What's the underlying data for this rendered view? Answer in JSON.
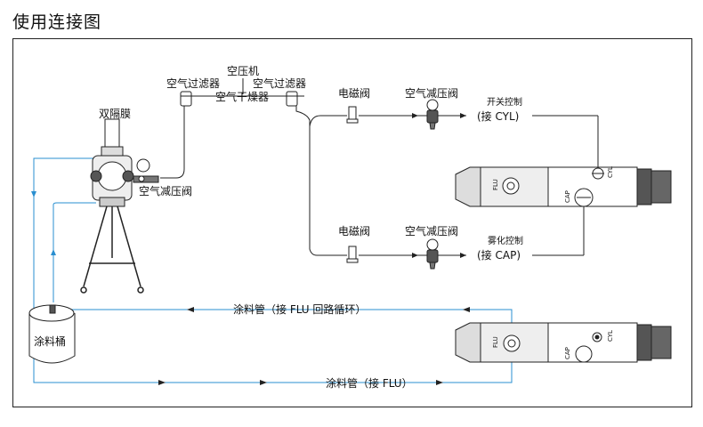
{
  "title": "使用连接图",
  "labels": {
    "compressor": "空压机",
    "air_filter_left": "空气过滤器",
    "air_filter_right": "空气过滤器",
    "air_dryer": "空气干燥器",
    "diaphragm": "双隔膜",
    "pump_regulator": "空气减压阀",
    "solenoid_top": "电磁阀",
    "regulator_top": "空气减压阀",
    "switch_control": "开关控制",
    "connect_cyl": "(接 CYL)",
    "solenoid_bottom": "电磁阀",
    "regulator_bottom": "空气减压阀",
    "atomize_control": "雾化控制",
    "connect_cap": "(接 CAP)",
    "paint_tube_return": "涂料管（接 FLU 回路循环）",
    "paint_bucket": "涂料桶",
    "paint_tube_flu": "涂料管（接 FLU）",
    "gun1_flu": "FLU",
    "gun1_cyl": "CYL",
    "gun1_cap": "CAP",
    "gun2_flu": "FLU",
    "gun2_cyl": "CYL",
    "gun2_cap": "CAP"
  },
  "colors": {
    "air_line": "#222222",
    "paint_line": "#2a8fd0",
    "frame": "#222222"
  }
}
